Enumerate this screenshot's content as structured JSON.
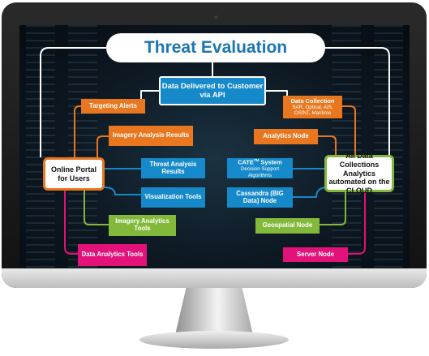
{
  "title": "Threat Evaluation",
  "center_top": "Data Delivered to Customer via API",
  "left_node": "Online Portal for Users",
  "right_node": "All Data Collections Analytics automated on the CLOUD",
  "left_items": {
    "targeting_alerts": "Targeting Alerts",
    "imagery_analysis_results": "Imagery Analysis Results",
    "threat_analysis_results": "Threat Analysis Results",
    "visualization_tools": "Visualization Tools",
    "imagery_analytics_tools": "Imagery Analytics Tools",
    "data_analytics_tools": "Data Analytics Tools"
  },
  "right_items": {
    "data_collection": "Data Collection",
    "data_collection_sources": "SAR, Optical, AIS, OSINT, Maritime",
    "analytics_node": "Analytics Node",
    "cate_prefix": "CATE",
    "cate_tm": "TM",
    "cate_suffix": "System",
    "cate_sub": "Decision Support Algorithms",
    "cassandra_node": "Cassandra (BIG Data) Node",
    "geospatial_node": "Geospatial Node",
    "server_node": "Server Node"
  },
  "colors": {
    "orange": "#e8771f",
    "blue": "#1589c9",
    "green": "#82b93b",
    "pink": "#e2127a",
    "title_text": "#1a76b3"
  }
}
